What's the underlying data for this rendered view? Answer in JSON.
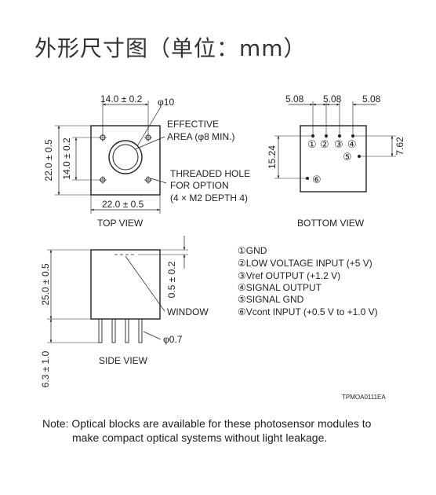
{
  "title": "外形尺寸图（单位：mm）",
  "top_view": {
    "caption": "TOP VIEW",
    "dim_top": "14.0 ± 0.2",
    "dim_phi10": "φ10",
    "dim_left_outer": "22.0 ± 0.5",
    "dim_left_inner": "14.0 ± 0.2",
    "dim_bottom": "22.0 ± 0.5",
    "label_effective_1": "EFFECTIVE",
    "label_effective_2": "AREA (φ8 MIN.)",
    "label_threaded_1": "THREADED HOLE",
    "label_threaded_2": "FOR OPTION",
    "label_threaded_3": "(4 × M2 DEPTH 4)"
  },
  "bottom_view": {
    "caption": "BOTTOM VIEW",
    "dim_pitch_1": "5.08",
    "dim_pitch_2": "5.08",
    "dim_pitch_3": "5.08",
    "dim_left": "15.24",
    "dim_right": "7.62",
    "pins": [
      "①",
      "②",
      "③",
      "④",
      "⑤",
      "⑥"
    ]
  },
  "side_view": {
    "caption": "SIDE VIEW",
    "dim_height": "25.0 ± 0.5",
    "dim_window": "0.5 ± 0.2",
    "dim_pin_len": "6.3 ± 1.0",
    "dim_pin_dia": "φ0.7",
    "label_window": "WINDOW"
  },
  "pin_list": [
    "①GND",
    "②LOW VOLTAGE INPUT (+5 V)",
    "③Vref OUTPUT (+1.2 V)",
    "④SIGNAL OUTPUT",
    "⑤SIGNAL GND",
    "⑥Vcont INPUT (+0.5 V to +1.0 V)"
  ],
  "drawing_code": "TPMOA0111EA",
  "note": {
    "line1": "Note: Optical blocks are available for these photosensor modules to",
    "line2": "make compact optical systems without light leakage."
  }
}
